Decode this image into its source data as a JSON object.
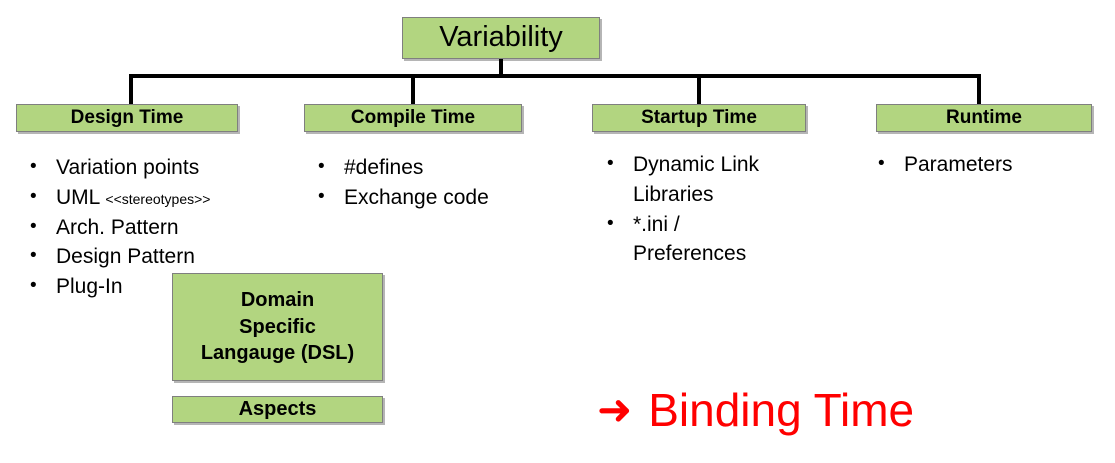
{
  "root": {
    "label": "Variability"
  },
  "columns": [
    {
      "header": "Design Time",
      "items": [
        {
          "text": "Variation points"
        },
        {
          "text": "UML ",
          "small": "<<stereotypes>>"
        },
        {
          "text": "Arch. Pattern"
        },
        {
          "text": "Design Pattern"
        },
        {
          "text": "Plug-In"
        }
      ]
    },
    {
      "header": "Compile Time",
      "items": [
        {
          "text": "#defines"
        },
        {
          "text": "Exchange code"
        }
      ]
    },
    {
      "header": "Startup Time",
      "items": [
        {
          "text": "Dynamic Link Libraries"
        },
        {
          "text": "*.ini / Preferences"
        }
      ]
    },
    {
      "header": "Runtime",
      "items": [
        {
          "text": "Parameters"
        }
      ]
    }
  ],
  "extra_boxes": [
    {
      "label": "Domain Specific Langauge (DSL)",
      "line1": "Domain",
      "line2": "Specific",
      "line3": "Langauge (DSL)"
    },
    {
      "label": "Aspects"
    }
  ],
  "callout": {
    "arrow": "➜",
    "text": "Binding Time",
    "color": "#ff0000"
  },
  "bullet_glyph": "•",
  "colors": {
    "box_fill": "#b2d580",
    "box_border": "#7f7f7f",
    "line": "#000000",
    "text": "#000000",
    "accent_red": "#ff0000"
  }
}
